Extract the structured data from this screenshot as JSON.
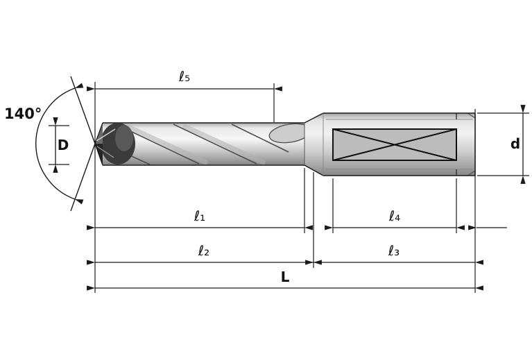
{
  "colors": {
    "line": "#1a1a1a",
    "background": "#ffffff"
  },
  "labels": {
    "point_angle": "140°",
    "drill_diameter": "D",
    "shank_diameter": "d",
    "length_l5": "ℓ₅",
    "length_l1": "ℓ₁",
    "length_l4": "ℓ₄",
    "length_l2": "ℓ₂",
    "length_l3": "ℓ₃",
    "overall_length": "L"
  }
}
